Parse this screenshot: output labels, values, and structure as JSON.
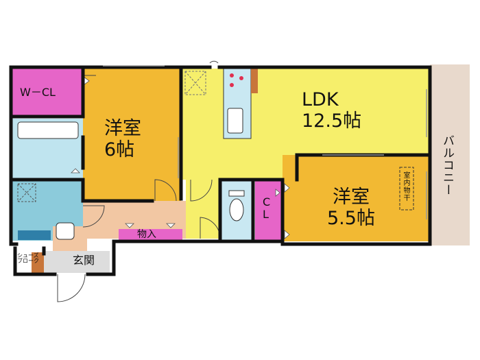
{
  "rooms": {
    "wcl": {
      "label": "W－CL",
      "color": "#e665c8"
    },
    "bed1": {
      "name": "洋室",
      "size": "6帖",
      "color": "#f2b933"
    },
    "ldk": {
      "name": "LDK",
      "size": "12.5帖",
      "color": "#f6ef6b"
    },
    "bed2": {
      "name": "洋室",
      "size": "5.5帖",
      "color": "#f2b933"
    },
    "cl": {
      "label": "CL",
      "color": "#e665c8"
    },
    "storage": {
      "label": "物入",
      "color": "#e665c8"
    },
    "entrance": {
      "label": "玄関",
      "color": "#dddddd"
    },
    "shoes": {
      "label_line1": "シューズ",
      "label_line2": "ブローク",
      "color": "#c8763a"
    },
    "bathroom": {
      "color": "#bfe4ef"
    },
    "washroom": {
      "color": "#8ccbdb"
    },
    "toilet": {
      "color": "#c9e8f2"
    },
    "hall": {
      "color": "#f2c7a3"
    },
    "balcony": {
      "label": "バルコニー",
      "color": "#e8d9cc"
    }
  },
  "annotations": {
    "indoor_drying": "室内物干"
  },
  "fixtures": [
    "kitchen-stove",
    "kitchen-sink",
    "fridge-space",
    "washing-machine-space",
    "bathtub",
    "toilet-bowl",
    "wash-basin"
  ]
}
